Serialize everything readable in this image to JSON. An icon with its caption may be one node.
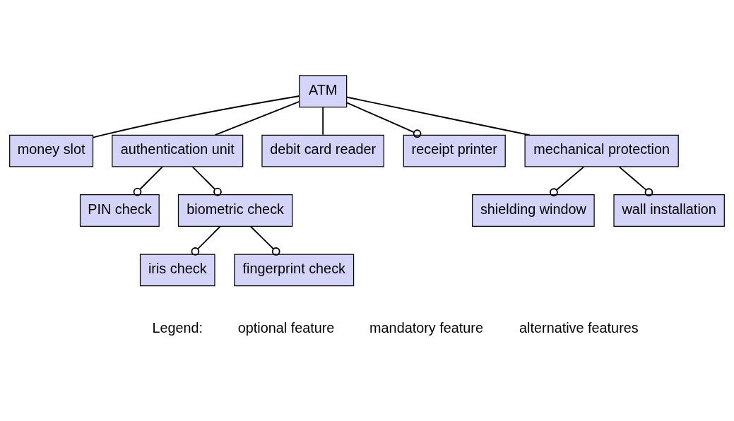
{
  "diagram": {
    "nodes": [
      {
        "text": [
          "ATM"
        ]
      },
      {
        "text": [
          "money slot"
        ]
      },
      {
        "text": [
          "authentication unit"
        ]
      },
      {
        "text": [
          "debit card reader"
        ]
      },
      {
        "text": [
          "receipt printer"
        ]
      },
      {
        "text": [
          "mechanical protection"
        ]
      },
      {
        "text": [
          "PIN check"
        ]
      },
      {
        "text": [
          "biometric check"
        ]
      },
      {
        "text": [
          "shielding window"
        ]
      },
      {
        "text": [
          "wall installation"
        ]
      },
      {
        "text": [
          "iris check"
        ]
      },
      {
        "text": [
          "fingerprint check"
        ]
      }
    ],
    "edges": [
      {
        "from": 0,
        "to": 1,
        "arrow": "none"
      },
      {
        "from": 0,
        "to": 2,
        "arrow": "none"
      },
      {
        "from": 0,
        "to": 3,
        "arrow": "none"
      },
      {
        "from": 0,
        "to": 4,
        "arrow": "other"
      },
      {
        "from": 0,
        "to": 5,
        "arrow": "none"
      },
      {
        "from": 2,
        "to": 6,
        "arrow": "other"
      },
      {
        "from": 2,
        "to": 7,
        "arrow": "other"
      },
      {
        "from": 5,
        "to": 8,
        "arrow": "other"
      },
      {
        "from": 5,
        "to": 9,
        "arrow": "other"
      },
      {
        "from": 7,
        "to": 10,
        "arrow": "other"
      },
      {
        "from": 7,
        "to": 11,
        "arrow": "other"
      }
    ],
    "labels": [
      "Legend:"
    ],
    "legend": [
      {
        "text": "optional feature"
      },
      {
        "text": "mandatory feature"
      },
      {
        "text": "alternative features"
      }
    ]
  }
}
